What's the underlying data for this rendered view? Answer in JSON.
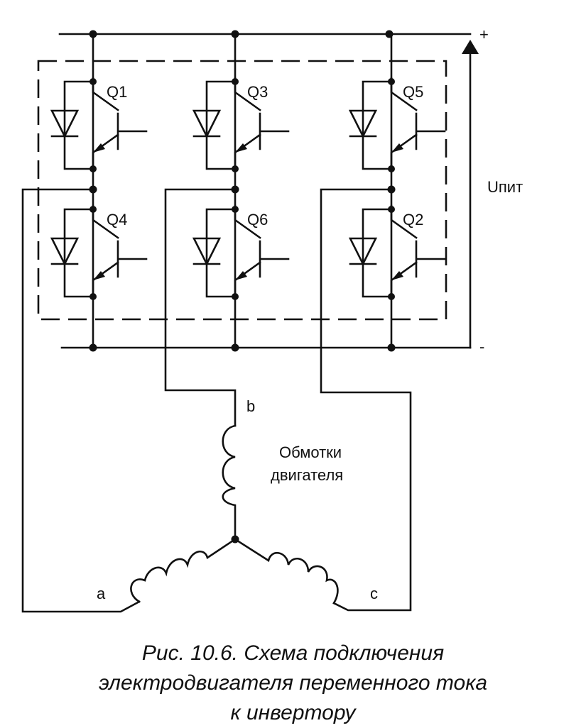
{
  "transistors": {
    "q1": "Q1",
    "q3": "Q3",
    "q5": "Q5",
    "q4": "Q4",
    "q6": "Q6",
    "q2": "Q2"
  },
  "supply": {
    "plus": "+",
    "minus": "-",
    "voltage_label": "Uпит"
  },
  "phases": {
    "a": "a",
    "b": "b",
    "c": "c"
  },
  "windings": {
    "line1": "Обмотки",
    "line2": "двигателя"
  },
  "caption": {
    "line1": "Рис. 10.6. Схема подключения",
    "line2": "электродвигателя переменного тока",
    "line3": "к инвертору"
  }
}
